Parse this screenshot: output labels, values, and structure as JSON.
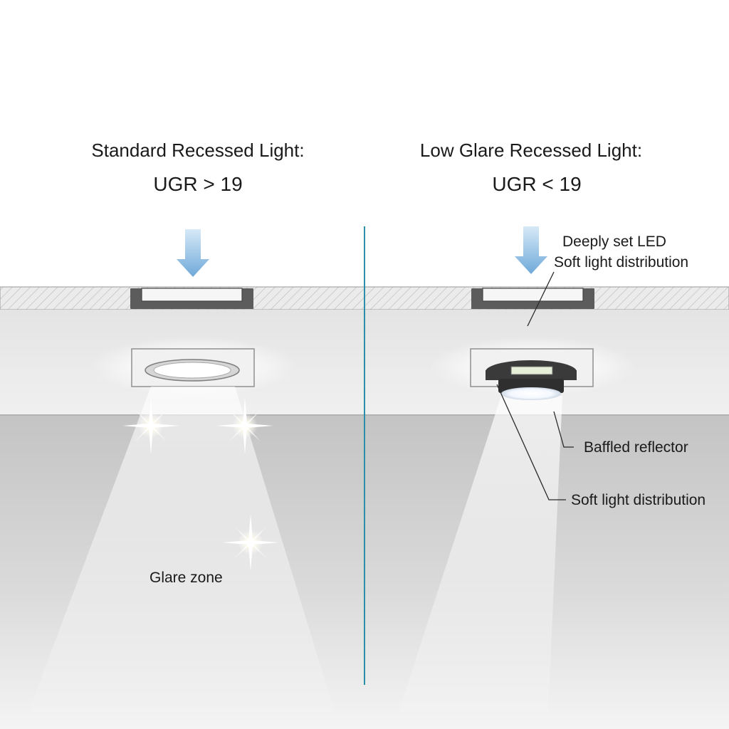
{
  "left": {
    "title": "Standard Recessed Light:",
    "rating": "UGR > 19",
    "zone_label": "Glare zone"
  },
  "right": {
    "title": "Low Glare Recessed Light:",
    "rating": "UGR < 19",
    "callouts": {
      "deep_led": "Deeply set LED",
      "soft_top": "Soft light distribution",
      "baffle": "Baffled reflector",
      "soft_bottom": "Soft light distribution"
    }
  },
  "colors": {
    "divider": "#2a8fa8",
    "arrow": "#7fb6e0",
    "ceiling": "#ececec",
    "wall": "#c9c9c9",
    "floor": "#d9d9d9"
  },
  "icons": [
    "down-arrow-icon",
    "sparkle-icon"
  ]
}
